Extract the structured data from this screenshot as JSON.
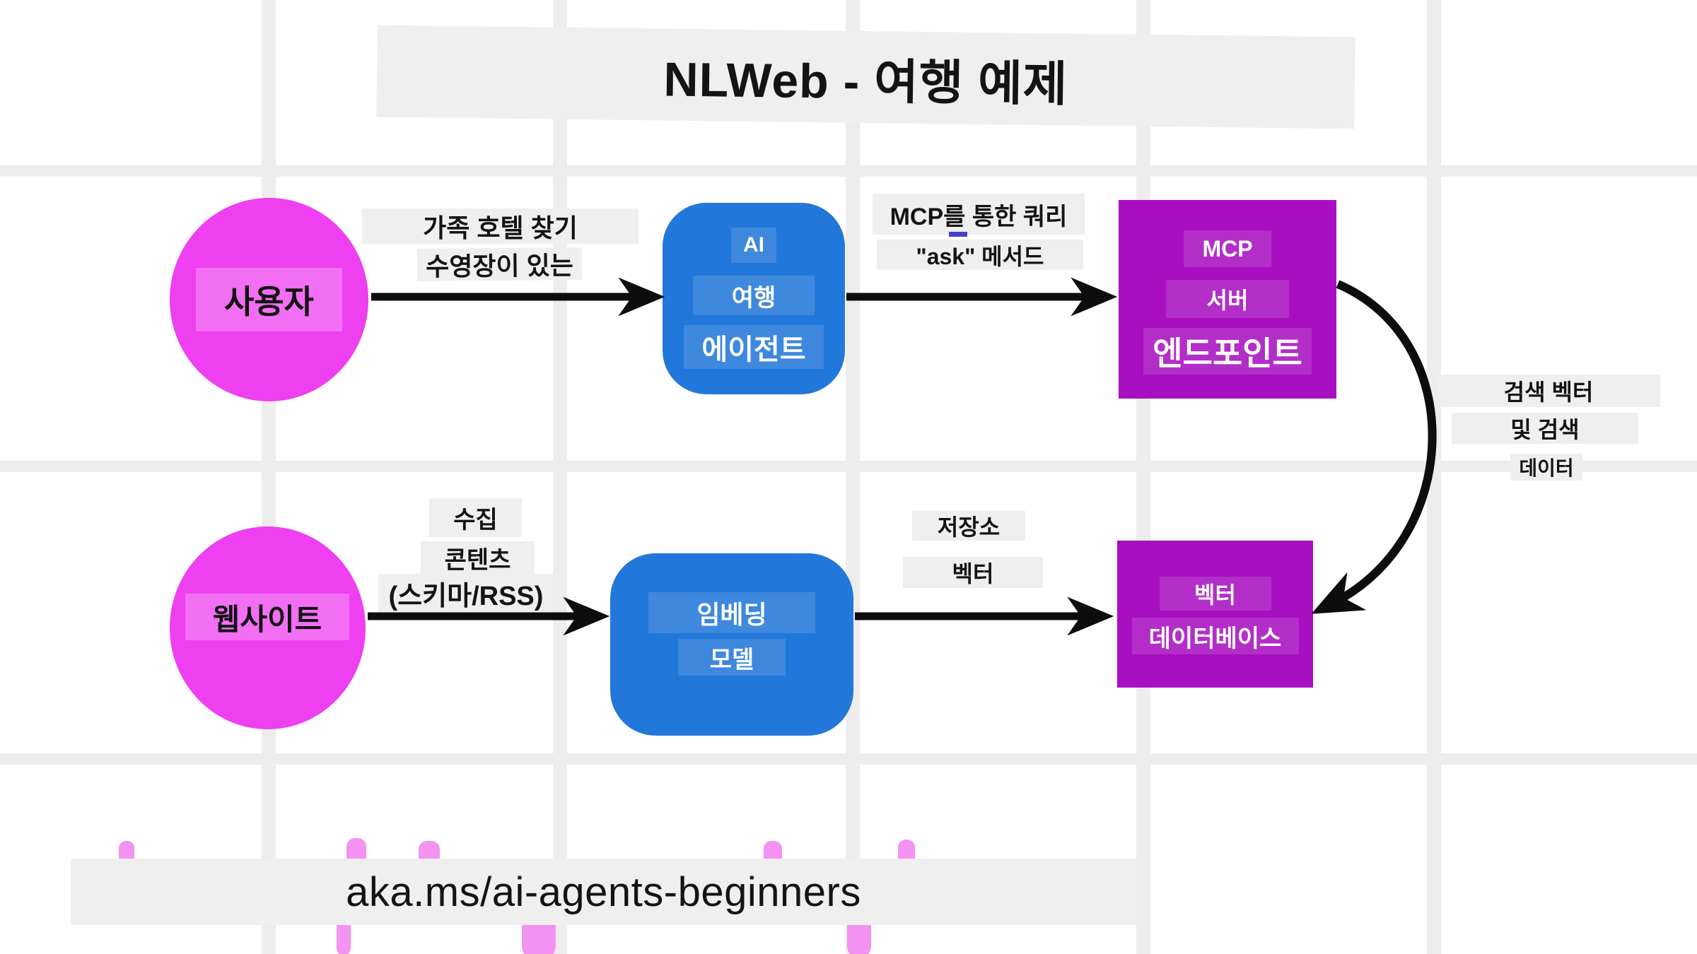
{
  "title": "NLWeb - 여행 예제",
  "footer": {
    "link": "aka.ms/ai-agents-beginners"
  },
  "colors": {
    "background": "#ffffff",
    "grid": "#ededed",
    "band": "#efefef",
    "magenta": "#ee3ff0",
    "blue": "#2277da",
    "purple": "#a80fc0",
    "arrow": "#0d0d0d",
    "text_dark": "#141414",
    "text_light": "#ffffff",
    "pink_artifact": "#f392f1",
    "blue_tick": "#4440c8"
  },
  "nodes": {
    "user": {
      "label": "사용자"
    },
    "ai_agent": {
      "lines": [
        "AI",
        "여행",
        "에이전트"
      ]
    },
    "mcp_server": {
      "lines": [
        "MCP",
        "서버",
        "엔드포인트"
      ]
    },
    "website": {
      "label": "웹사이트"
    },
    "embedding_model": {
      "lines": [
        "임베딩",
        "모델"
      ]
    },
    "vector_database": {
      "lines": [
        "벡터",
        "데이터베이스"
      ]
    }
  },
  "edges": {
    "user_to_agent": {
      "labels": [
        "가족 호텔 찾기",
        "수영장이 있는"
      ]
    },
    "agent_to_mcp": {
      "labels": [
        "MCP를 통한 쿼리",
        "\"ask\" 메서드"
      ]
    },
    "mcp_to_db": {
      "labels": [
        "검색 벡터",
        "및 검색",
        "데이터"
      ]
    },
    "website_to_embedding": {
      "labels": [
        "수집",
        "콘텐츠",
        "(스키마/RSS)"
      ]
    },
    "embedding_to_db": {
      "labels": [
        "저장소",
        "벡터"
      ]
    }
  }
}
